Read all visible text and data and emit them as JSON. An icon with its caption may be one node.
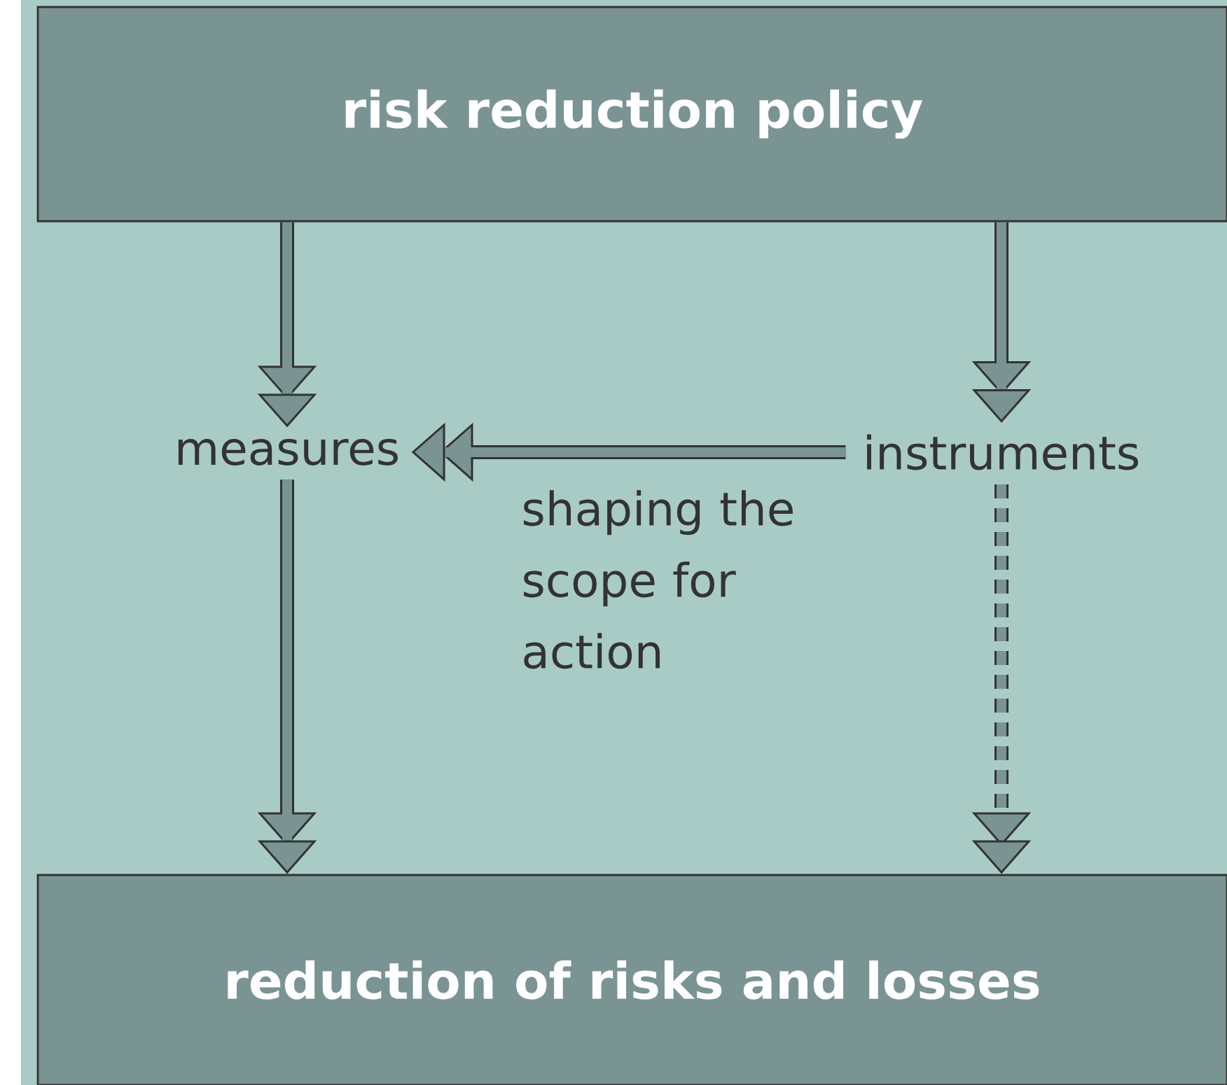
{
  "diagram": {
    "nodes": [
      {
        "text": [
          "risk reduction policy"
        ]
      },
      {
        "text": [
          "measures"
        ]
      },
      {
        "text": [
          "instruments"
        ]
      },
      {
        "text": [
          "reduction of risks and losses"
        ]
      }
    ],
    "edges": [
      {
        "from": 0,
        "to": 1,
        "arrow": "to"
      },
      {
        "from": 0,
        "to": 2,
        "arrow": "to"
      },
      {
        "from": 2,
        "to": 1,
        "arrow": "to",
        "label": "shaping the scope for action"
      },
      {
        "from": 1,
        "to": 3,
        "arrow": "to"
      },
      {
        "from": 2,
        "to": 3,
        "arrow": "to",
        "style": "dashed"
      }
    ]
  }
}
